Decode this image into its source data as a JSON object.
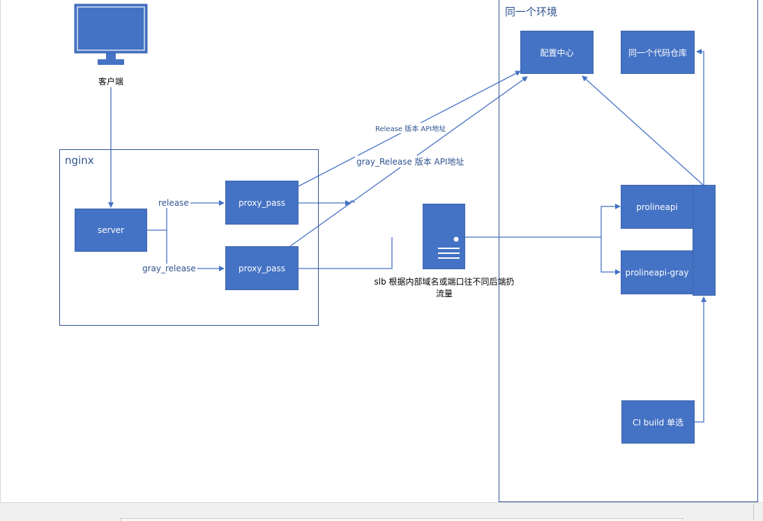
{
  "client": {
    "label": "客户端",
    "icon": "monitor-icon"
  },
  "nginx": {
    "title": "nginx",
    "server": "server",
    "proxy_release": "proxy_pass",
    "proxy_gray": "proxy_pass",
    "edge_release": "release",
    "edge_gray": "gray_release"
  },
  "edges": {
    "release_api": "Release 版本 API地址",
    "gray_api": "gray_Release 版本 API地址"
  },
  "slb": {
    "icon": "server-icon",
    "caption_line1": "slb 根据内部域名或端口往不同后端扔",
    "caption_line2": "流量"
  },
  "env": {
    "title": "同一个环境",
    "config_center": "配置中心",
    "repo": "同一个代码仓库",
    "prolineapi": "prolineapi",
    "prolineapi_gray": "prolineapi-gray",
    "ci_build": "CI build 单选"
  },
  "colors": {
    "node": "#4472c4",
    "line": "#4472c4",
    "border": "#2f528f"
  }
}
